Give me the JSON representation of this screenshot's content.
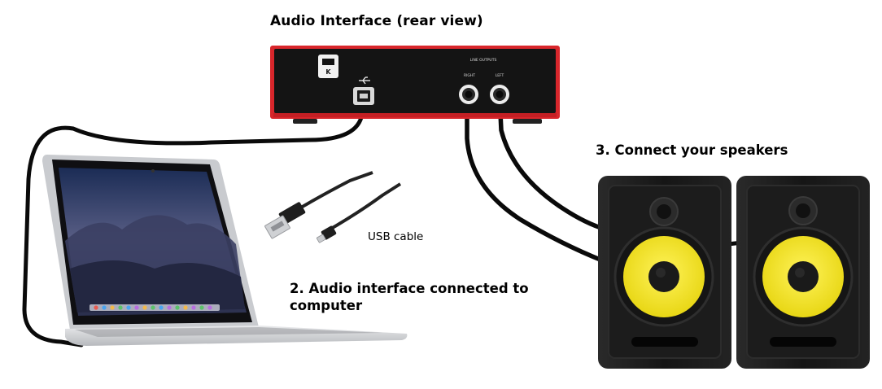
{
  "title": "Audio Interface (rear view)",
  "steps": {
    "connect_speakers": "3. Connect your speakers",
    "interface_connected": "2. Audio interface connected to computer"
  },
  "usb_cable_label": "USB cable",
  "interface_port_labels": {
    "outputs": "LINE OUTPUTS",
    "right": "RIGHT",
    "left": "LEFT"
  },
  "colors": {
    "interface_red": "#d8262b",
    "interface_black": "#141414",
    "speaker_cone_yellow": "#f2e521",
    "cable_black": "#0a0a0a"
  }
}
